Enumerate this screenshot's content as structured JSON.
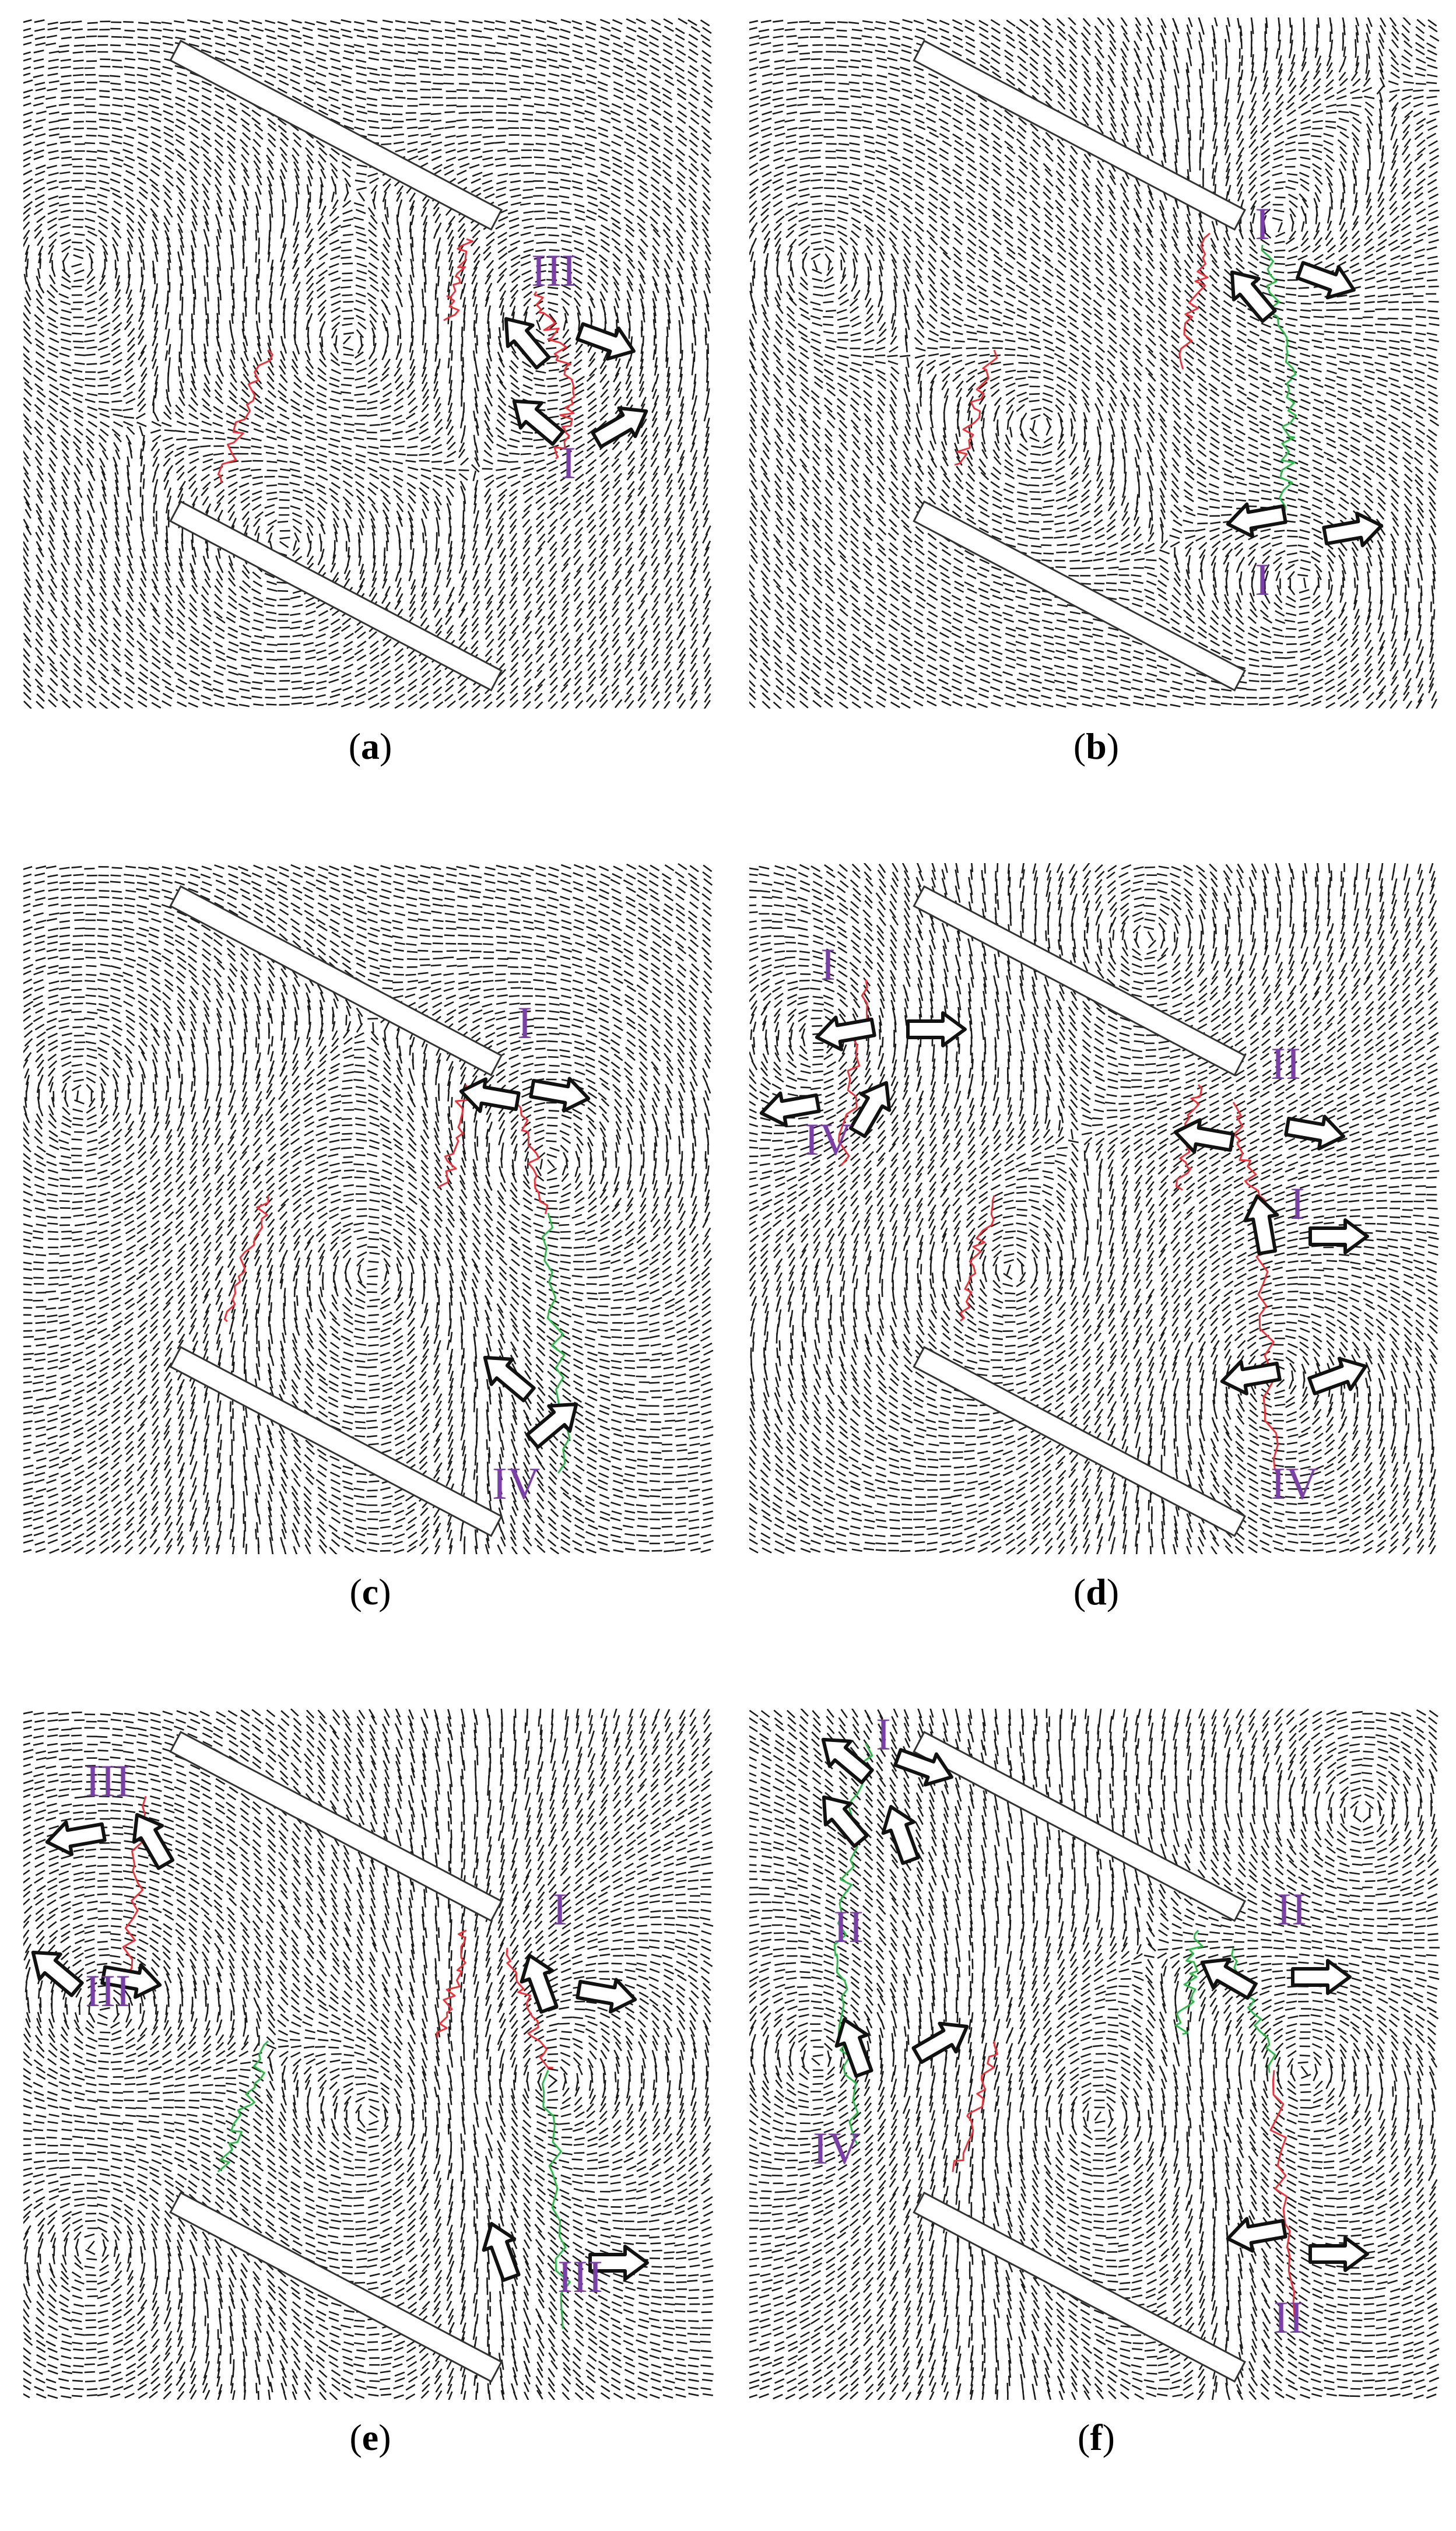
{
  "colors": {
    "field": "#1a1a1a",
    "fracture": "#e8343a",
    "fracture_alt": "#2fb84a",
    "fracture_alt2": "#3aa0e0",
    "label": "#7b3fa8",
    "arrow_outline": "#111111",
    "plate_fill": "#ffffff",
    "plate_stroke": "#333333"
  },
  "panels": [
    {
      "id": "a",
      "caption": "a",
      "labels": [
        {
          "text": "III"
        },
        {
          "text": "I"
        }
      ]
    },
    {
      "id": "b",
      "caption": "b",
      "labels": [
        {
          "text": "I"
        },
        {
          "text": "I"
        }
      ]
    },
    {
      "id": "c",
      "caption": "c",
      "labels": [
        {
          "text": "I"
        },
        {
          "text": "IV"
        }
      ]
    },
    {
      "id": "d",
      "caption": "d",
      "labels": [
        {
          "text": "I"
        },
        {
          "text": "IV"
        },
        {
          "text": "II"
        },
        {
          "text": "I"
        },
        {
          "text": "IV"
        }
      ]
    },
    {
      "id": "e",
      "caption": "e",
      "labels": [
        {
          "text": "III"
        },
        {
          "text": "III"
        },
        {
          "text": "I"
        },
        {
          "text": "III"
        }
      ]
    },
    {
      "id": "f",
      "caption": "f",
      "labels": [
        {
          "text": "I"
        },
        {
          "text": "II"
        },
        {
          "text": "II"
        },
        {
          "text": "IV"
        },
        {
          "text": "II"
        }
      ]
    }
  ]
}
